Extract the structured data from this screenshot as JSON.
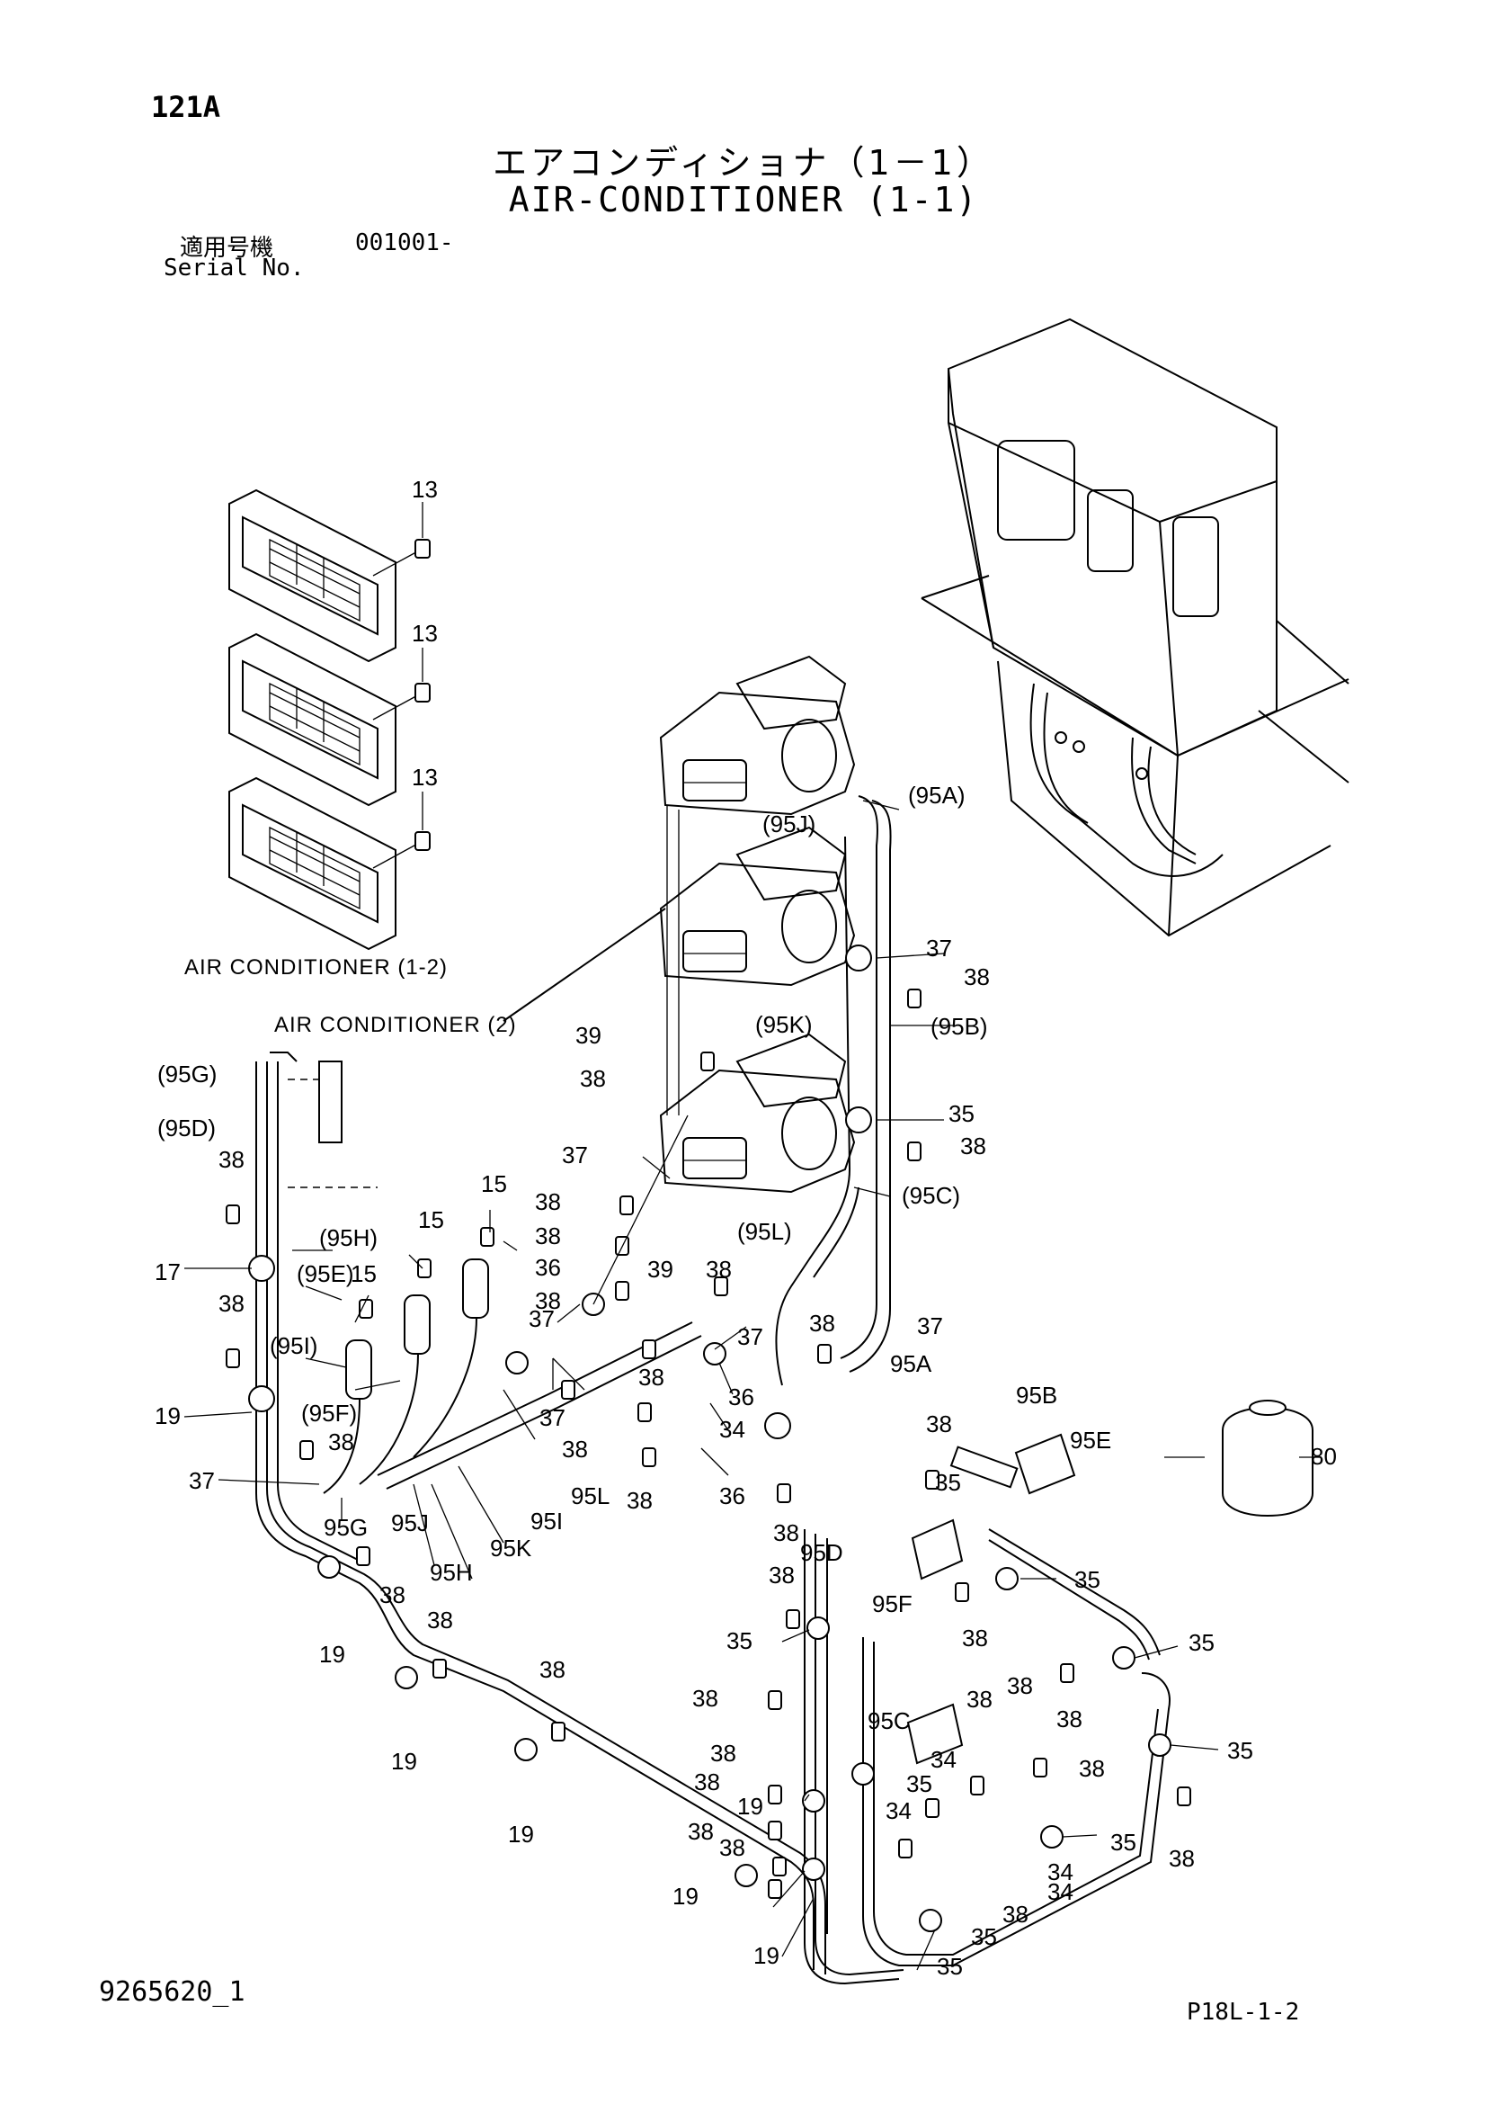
{
  "header": {
    "page_number": "121A",
    "title_jp": "エアコンディショナ（1－1）",
    "title_en": "AIR-CONDITIONER (1-1)",
    "serial_label_jp": "適用号機",
    "serial_number": "001001-",
    "serial_label_en": "Serial No."
  },
  "references": {
    "ac_1_2": "AIR CONDITIONER (1-2)",
    "ac_2": "AIR CONDITIONER (2)"
  },
  "footer": {
    "doc_id": "9265620_1",
    "page_ref": "P18L-1-2"
  },
  "callouts": {
    "c13": "13",
    "c15": "15",
    "c17": "17",
    "c19": "19",
    "c34": "34",
    "c35": "35",
    "c36": "36",
    "c37": "37",
    "c38": "38",
    "c39": "39",
    "c80": "80",
    "c95A": "95A",
    "c95B": "95B",
    "c95C": "95C",
    "c95D": "95D",
    "c95E": "95E",
    "c95F": "95F",
    "c95G": "95G",
    "c95H": "95H",
    "c95I": "95I",
    "c95J": "95J",
    "c95K": "95K",
    "c95L": "95L",
    "p95A": "(95A)",
    "p95B": "(95B)",
    "p95C": "(95C)",
    "p95D": "(95D)",
    "p95E": "(95E)",
    "p95F": "(95F)",
    "p95G": "(95G)",
    "p95H": "(95H)",
    "p95I": "(95I)",
    "p95J": "(95J)",
    "p95K": "(95K)",
    "p95L": "(95L)"
  }
}
